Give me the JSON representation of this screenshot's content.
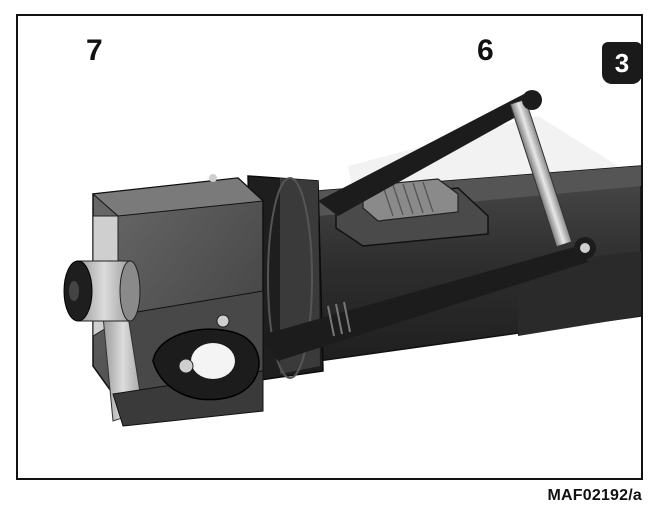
{
  "figure": {
    "callouts": [
      {
        "id": "callout-7",
        "label": "7"
      },
      {
        "id": "callout-6",
        "label": "6"
      }
    ],
    "figure_number": "3",
    "reference_code": "MAF02192/a"
  },
  "colors": {
    "tool_body": "#3a3a3a",
    "tool_head": "#555555",
    "dark": "#1c1c1c",
    "light_metal": "#bdbdbd",
    "frame": "#111111"
  }
}
